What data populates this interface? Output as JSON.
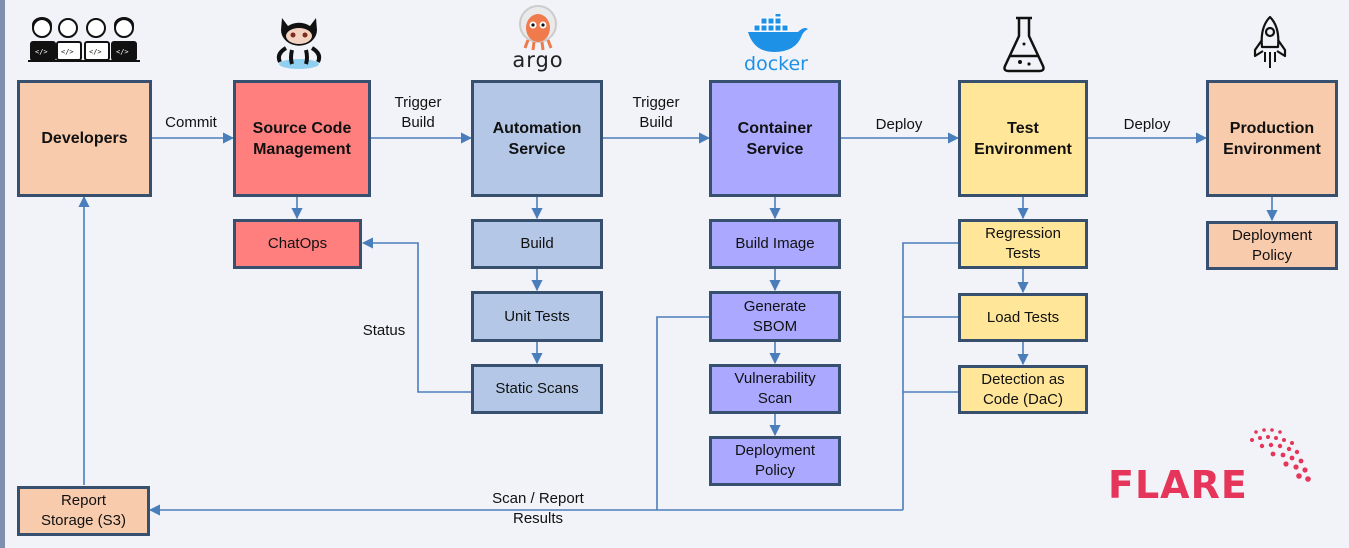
{
  "nodes": {
    "developers": "Developers",
    "scm_line1": "Source Code",
    "scm_line2": "Management",
    "chatops": "ChatOps",
    "automation_line1": "Automation",
    "automation_line2": "Service",
    "build": "Build",
    "unit_tests": "Unit Tests",
    "static_scans": "Static Scans",
    "container_line1": "Container",
    "container_line2": "Service",
    "build_image": "Build Image",
    "sbom_line1": "Generate",
    "sbom_line2": "SBOM",
    "vuln_line1": "Vulnerability",
    "vuln_line2": "Scan",
    "deploy_policy_c_line1": "Deployment",
    "deploy_policy_c_line2": "Policy",
    "test_env_line1": "Test",
    "test_env_line2": "Environment",
    "regression_line1": "Regression",
    "regression_line2": "Tests",
    "load_tests": "Load Tests",
    "dac_line1": "Detection as",
    "dac_line2": "Code (DaC)",
    "prod_env_line1": "Production",
    "prod_env_line2": "Environment",
    "deploy_policy_p_line1": "Deployment",
    "deploy_policy_p_line2": "Policy",
    "report_line1": "Report",
    "report_line2": "Storage (S3)"
  },
  "edges": {
    "commit": "Commit",
    "trigger1_line1": "Trigger",
    "trigger1_line2": "Build",
    "trigger2_line1": "Trigger",
    "trigger2_line2": "Build",
    "deploy1": "Deploy",
    "deploy2": "Deploy",
    "status": "Status",
    "scan_line1": "Scan / Report",
    "scan_line2": "Results"
  },
  "logos": {
    "argo": "argo",
    "docker": "docker",
    "brand": "FLARE"
  },
  "colors": {
    "line": "#4a7ebb",
    "border": "#37506f",
    "developers": "#f8cbad",
    "scm": "#ff7f7f",
    "automation": "#b4c7e7",
    "container": "#aaa8ff",
    "test": "#ffe699",
    "production": "#f8cbad",
    "brand": "#e6355a"
  }
}
